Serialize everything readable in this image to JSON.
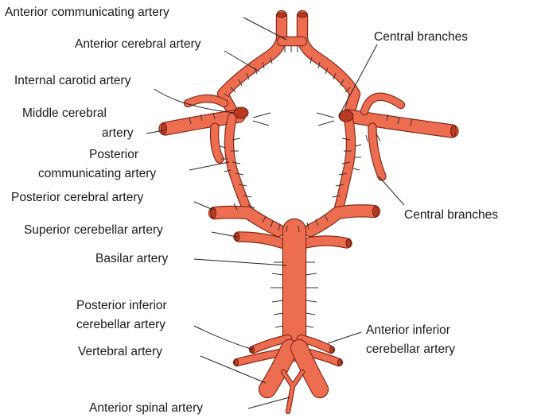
{
  "labels": {
    "anterior_communicating": "Anterior communicating artery",
    "anterior_cerebral": "Anterior cerebral artery",
    "central_branches_top": "Central branches",
    "internal_carotid": "Internal carotid artery",
    "middle_cerebral_l1": "Middle cerebral",
    "middle_cerebral_l2": "artery",
    "posterior_communicating_l1": "Posterior",
    "posterior_communicating_l2": "communicating artery",
    "posterior_cerebral": "Posterior cerebral artery",
    "central_branches_right": "Central branches",
    "superior_cerebellar": "Superior cerebellar artery",
    "basilar": "Basilar artery",
    "pica_l1": "Posterior inferior",
    "pica_l2": "cerebellar artery",
    "vertebral": "Vertebral artery",
    "aica_l1": "Anterior inferior",
    "aica_l2": "cerebellar artery",
    "anterior_spinal": "Anterior spinal artery"
  },
  "colors": {
    "artery_fill": "#ec6d50",
    "artery_outline": "#8a2a18",
    "branch_lines": "#333333"
  }
}
